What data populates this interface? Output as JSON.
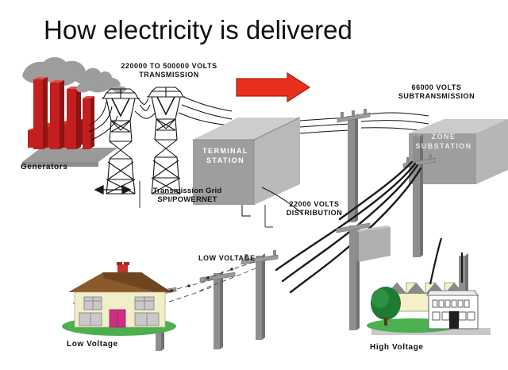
{
  "title": "How electricity is delivered",
  "labels": {
    "transmission_voltage_line1": "220000 TO 500000 VOLTS",
    "transmission_voltage_line2": "TRANSMISSION",
    "subtransmission_line1": "66000 VOLTS",
    "subtransmission_line2": "SUBTRANSMISSION",
    "distribution_line1": "22000 VOLTS",
    "distribution_line2": "DISTRIBUTION",
    "low_voltage": "LOW VOLTAGE",
    "generators": "Generators",
    "grid_line1": "Transmission Grid",
    "grid_line2": "SPI/POWERNET",
    "terminal_station_line1": "TERMINAL",
    "terminal_station_line2": "STATION",
    "zone_substation_line1": "ZONE",
    "zone_substation_line2": "SUBSTATION",
    "house_caption": "Low Voltage",
    "factory_caption": "High Voltage"
  },
  "colors": {
    "background": "#ffffff",
    "title_text": "#111111",
    "arrow_red": "#e8301d",
    "smokestack_red": "#c41f20",
    "smokestack_dark": "#8e1415",
    "smoke_gray": "#9d9d9d",
    "station_gray_front": "#9e9e9e",
    "station_gray_top": "#c9c9c9",
    "station_gray_side": "#bcbcbc",
    "pole_gray": "#8f8f8f",
    "line_black": "#111111",
    "house_wall": "#f2eec8",
    "house_roof": "#8a5a2b",
    "house_door": "#cf2d86",
    "house_window": "#c9c9c9",
    "chimney_red": "#c0352c",
    "grass_green": "#4caf50",
    "tree_green": "#1f7a32",
    "factory_wall": "#f5f0c6",
    "factory_roof": "#8a8a8a"
  }
}
